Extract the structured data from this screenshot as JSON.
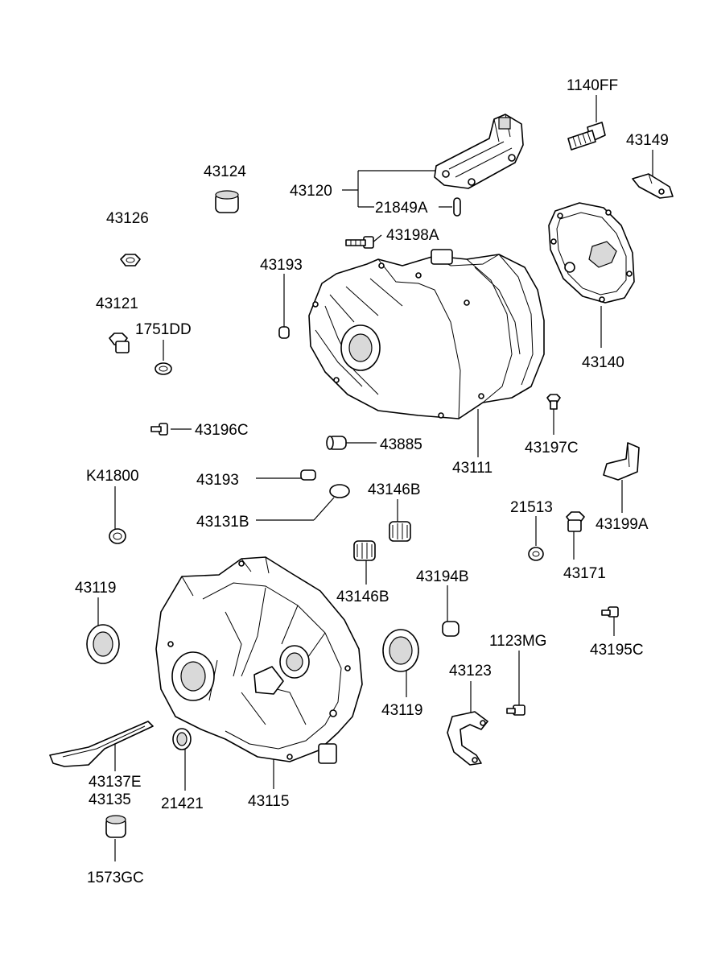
{
  "diagram": {
    "labels": [
      {
        "id": "1140FF",
        "text": "1140FF"
      },
      {
        "id": "43149",
        "text": "43149"
      },
      {
        "id": "43124",
        "text": "43124"
      },
      {
        "id": "43120",
        "text": "43120"
      },
      {
        "id": "21849A",
        "text": "21849A"
      },
      {
        "id": "43126",
        "text": "43126"
      },
      {
        "id": "43198A",
        "text": "43198A"
      },
      {
        "id": "43193a",
        "text": "43193"
      },
      {
        "id": "43121",
        "text": "43121"
      },
      {
        "id": "1751DD",
        "text": "1751DD"
      },
      {
        "id": "43140",
        "text": "43140"
      },
      {
        "id": "43196C",
        "text": "43196C"
      },
      {
        "id": "43885",
        "text": "43885"
      },
      {
        "id": "43111",
        "text": "43111"
      },
      {
        "id": "43197C",
        "text": "43197C"
      },
      {
        "id": "K41800",
        "text": "K41800"
      },
      {
        "id": "43193b",
        "text": "43193"
      },
      {
        "id": "43146Ba",
        "text": "43146B"
      },
      {
        "id": "21513",
        "text": "21513"
      },
      {
        "id": "43131B",
        "text": "43131B"
      },
      {
        "id": "43199A",
        "text": "43199A"
      },
      {
        "id": "43171",
        "text": "43171"
      },
      {
        "id": "43146Bb",
        "text": "43146B"
      },
      {
        "id": "43119a",
        "text": "43119"
      },
      {
        "id": "43194B",
        "text": "43194B"
      },
      {
        "id": "1123MG",
        "text": "1123MG"
      },
      {
        "id": "43195C",
        "text": "43195C"
      },
      {
        "id": "43123",
        "text": "43123"
      },
      {
        "id": "43119b",
        "text": "43119"
      },
      {
        "id": "43137E",
        "text": "43137E"
      },
      {
        "id": "43135",
        "text": "43135"
      },
      {
        "id": "21421",
        "text": "21421"
      },
      {
        "id": "43115",
        "text": "43115"
      },
      {
        "id": "1573GC",
        "text": "1573GC"
      }
    ]
  }
}
